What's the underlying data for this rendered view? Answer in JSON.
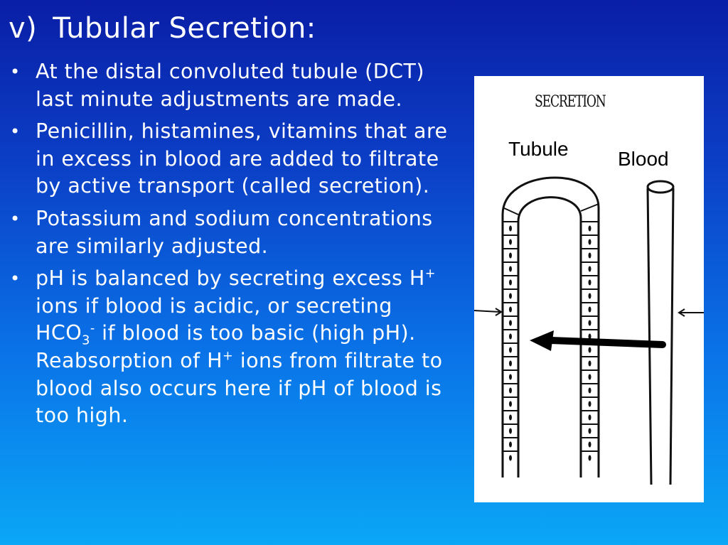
{
  "title": {
    "number": "v)",
    "text": "Tubular Secretion:"
  },
  "bullets": [
    {
      "text": "At the distal convoluted tubule (DCT) last minute adjustments are made."
    },
    {
      "text": "Penicillin, histamines, vitamins that are in excess in blood are added to filtrate by active transport (called secretion)."
    },
    {
      "text": "Potassium and sodium concentrations are similarly adjusted."
    },
    {
      "part1": "pH is balanced by secreting excess H",
      "sup1": "+",
      "part2": " ions if blood is acidic, or secreting HCO",
      "sub1": "3",
      "sup2": "-",
      "part3": " if blood is too basic (high pH). Reabsorption of H",
      "sup3": "+",
      "part4": " ions from filtrate to blood also occurs here if pH  of blood is too high."
    }
  ],
  "bullet_symbol": "•",
  "figure": {
    "title": "SECRETION",
    "tubule_label": "Tubule",
    "blood_label": "Blood"
  }
}
